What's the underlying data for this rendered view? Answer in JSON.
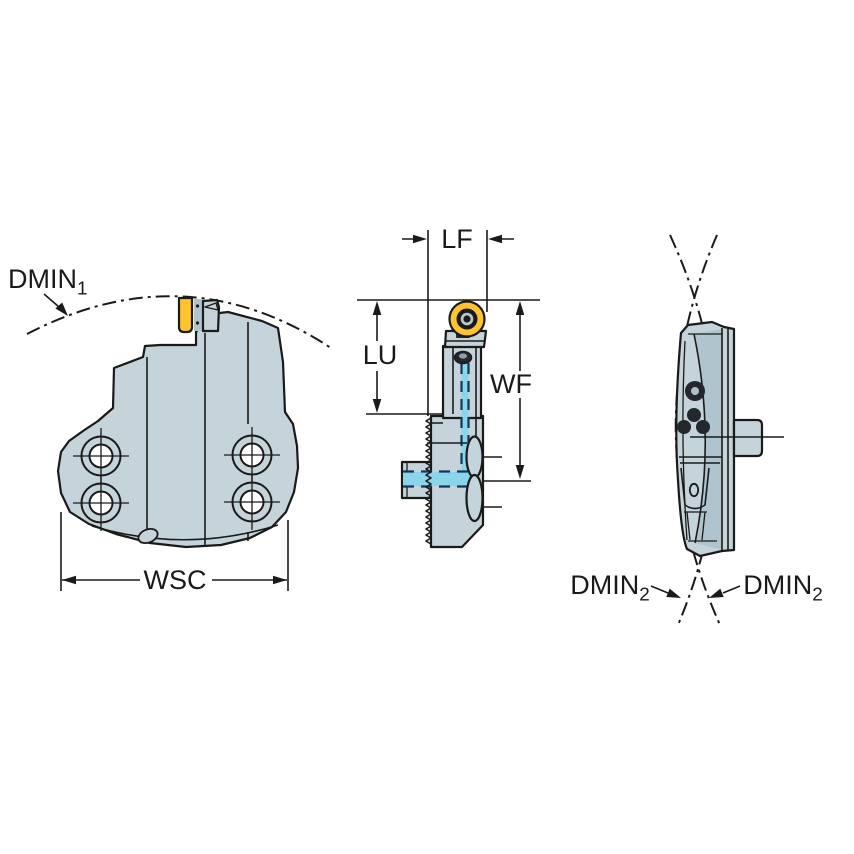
{
  "drawing": {
    "name": "Cutting head engineering drawing, three orthographic views",
    "views": [
      {
        "id": "front-view",
        "description": "face view of tool body with four bolt holes, yellow insert and minimum bore arc",
        "dimension_labels": [
          "DMIN1",
          "WSC"
        ]
      },
      {
        "id": "side-view",
        "description": "side view with round insert, coolant channels and serrated clamping face",
        "dimension_labels": [
          "LF",
          "LU",
          "WF"
        ]
      },
      {
        "id": "profile-view",
        "description": "narrow profile view between crossing minimum-diameter arcs",
        "dimension_labels": [
          "DMIN2",
          "DMIN2"
        ]
      }
    ]
  },
  "labels": {
    "dmin1": {
      "main": "DMIN",
      "sub": "1"
    },
    "lf": {
      "main": "LF"
    },
    "lu": {
      "main": "LU"
    },
    "wf": {
      "main": "WF"
    },
    "wsc": {
      "main": "WSC"
    },
    "dmin2_left": {
      "main": "DMIN",
      "sub": "2"
    },
    "dmin2_right": {
      "main": "DMIN",
      "sub": "2"
    }
  },
  "colors": {
    "background": "#ffffff",
    "outline": "#1a1a1a",
    "body": "#c5d3da",
    "body-shade": "#b0c4cd",
    "insert-yellow": "#fdc42f",
    "coolant-cyan": "#8ad5e9",
    "coolant-dash": "#14365c",
    "screw-dark": "#22282c"
  }
}
